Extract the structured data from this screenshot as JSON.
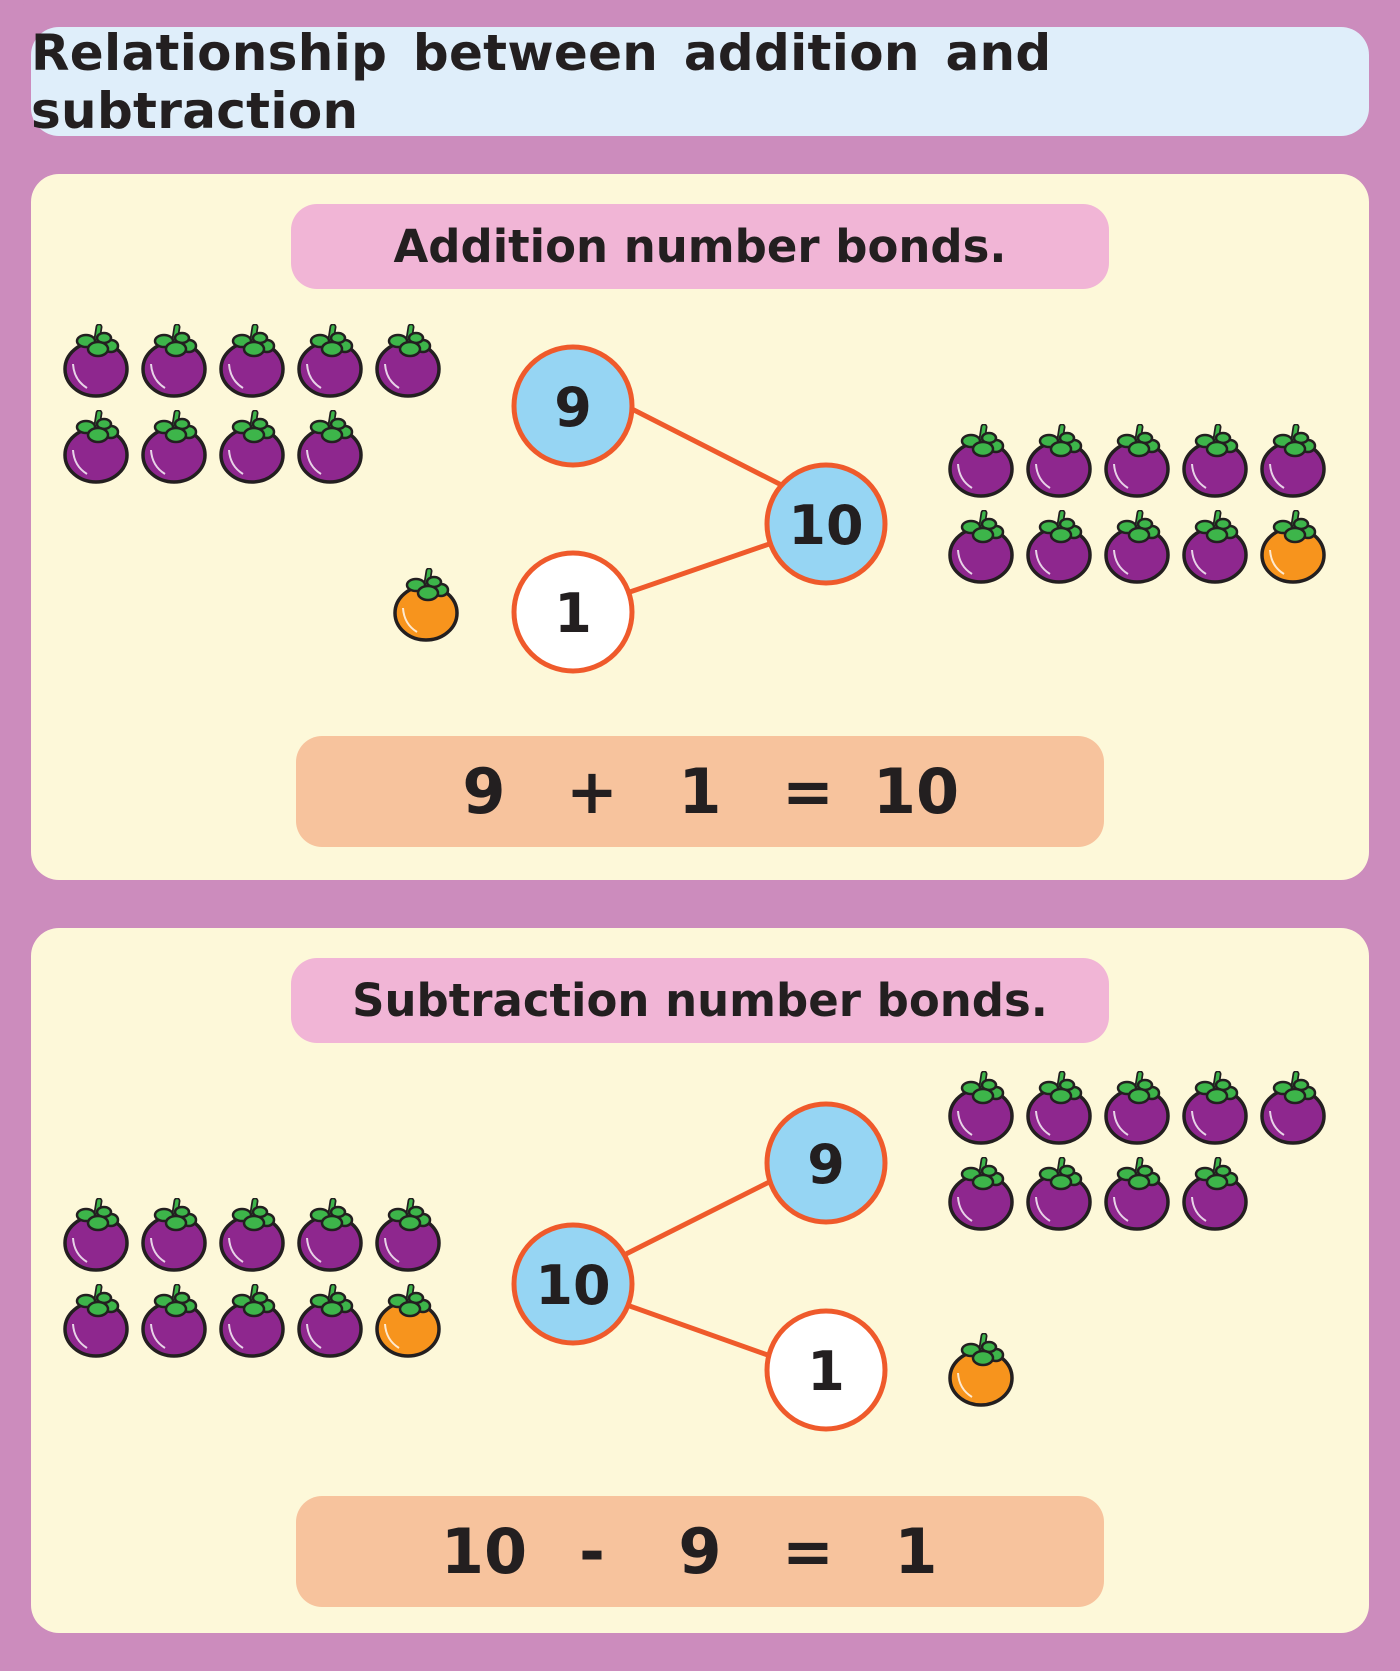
{
  "title": "Relationship between addition and subtraction",
  "colors": {
    "frame": "#cc8cbd",
    "title_bg": "#dfeefa",
    "panel_bg": "#fdf8d9",
    "heading_bg": "#f1b5d6",
    "equation_bg": "#f7c39d",
    "node_blue": "#96d5f3",
    "node_white": "#ffffff",
    "link_orange": "#ef5a2b",
    "fruit_purple": "#8e278e",
    "fruit_orange": "#f7941d",
    "leaf_green": "#3db54a"
  },
  "addition": {
    "heading": "Addition number bonds.",
    "parts": [
      {
        "value": "9",
        "label": "9",
        "fill": "blue"
      },
      {
        "value": "1",
        "label": "1",
        "fill": "white"
      }
    ],
    "whole": {
      "value": "10",
      "label": "10",
      "fill": "blue"
    },
    "groups": {
      "part_a": {
        "purple": 9,
        "orange": 0
      },
      "part_b": {
        "purple": 0,
        "orange": 1
      },
      "whole": {
        "purple": 9,
        "orange": 1
      }
    },
    "equation": [
      "9",
      "+",
      "1",
      "=",
      "10"
    ]
  },
  "subtraction": {
    "heading": "Subtraction number bonds.",
    "whole": {
      "value": "10",
      "label": "10",
      "fill": "blue"
    },
    "parts": [
      {
        "value": "9",
        "label": "9",
        "fill": "blue"
      },
      {
        "value": "1",
        "label": "1",
        "fill": "white"
      }
    ],
    "groups": {
      "whole": {
        "purple": 9,
        "orange": 1
      },
      "part_a": {
        "purple": 9,
        "orange": 0
      },
      "part_b": {
        "purple": 0,
        "orange": 1
      }
    },
    "equation": [
      "10",
      "-",
      "9",
      "=",
      "1"
    ]
  }
}
